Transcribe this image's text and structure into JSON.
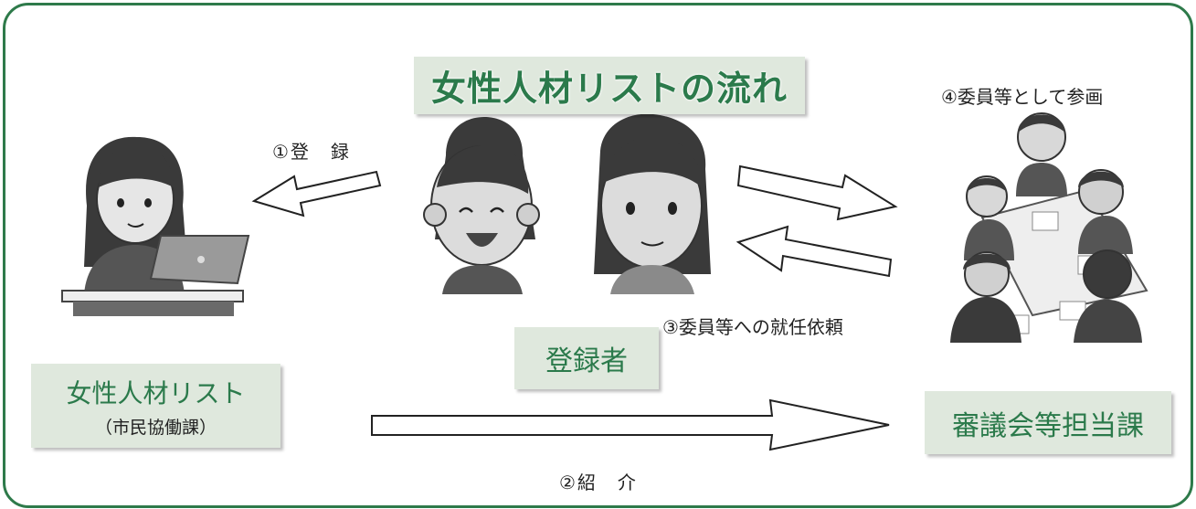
{
  "diagram": {
    "title": "女性人材リストの流れ",
    "registrant": "登録者",
    "list": {
      "name": "女性人材リスト",
      "dept": "（市民協働課）"
    },
    "council_dept": "審議会等担当課",
    "steps": {
      "register": "①登　録",
      "introduce": "②紹　介",
      "request": "③委員等への就任依頼",
      "participate": "④委員等として参画"
    },
    "colors": {
      "accent": "#2e7a4a",
      "box_fill": "#dfe8dd"
    }
  }
}
